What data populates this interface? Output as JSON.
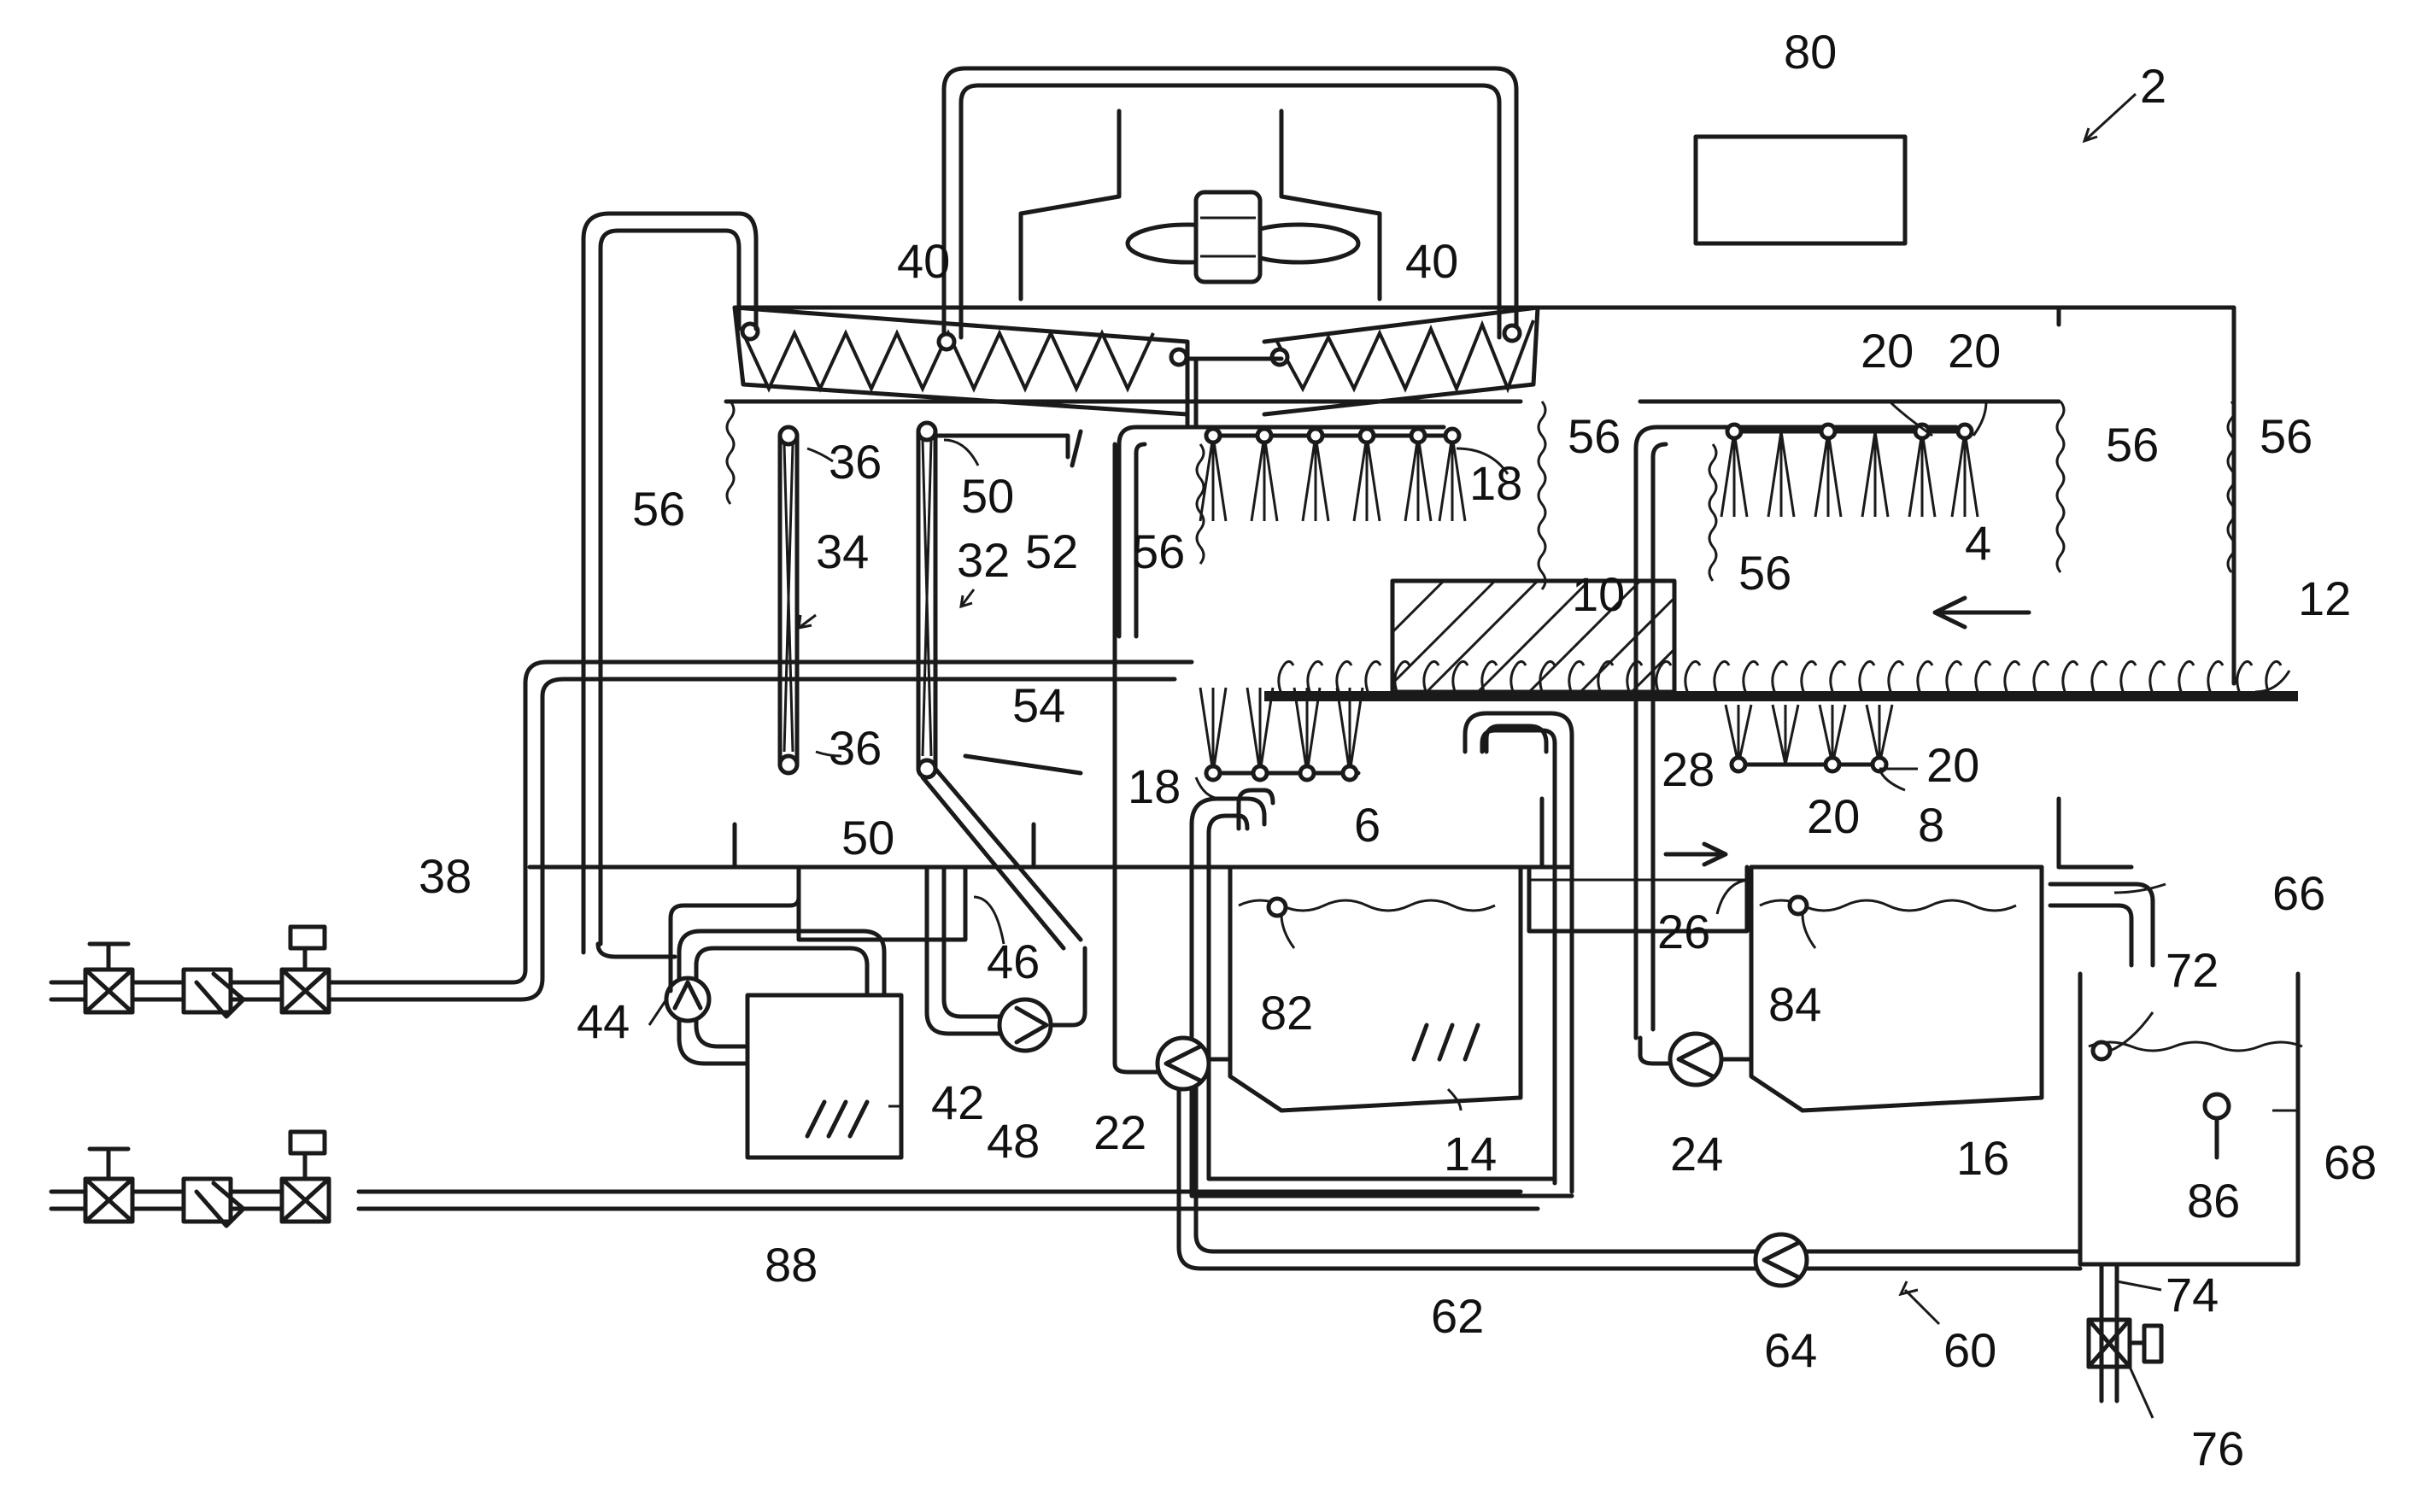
{
  "labels": {
    "l2": "2",
    "l4": "4",
    "l6": "6",
    "l8": "8",
    "l10": "10",
    "l12": "12",
    "l14": "14",
    "l16": "16",
    "l18a": "18",
    "l18b": "18",
    "l20a": "20",
    "l20b": "20",
    "l20c": "20",
    "l20d": "20",
    "l22": "22",
    "l24": "24",
    "l26": "26",
    "l28": "28",
    "l32": "32",
    "l34": "34",
    "l36a": "36",
    "l36b": "36",
    "l38": "38",
    "l40a": "40",
    "l40b": "40",
    "l42": "42",
    "l44": "44",
    "l46": "46",
    "l48": "48",
    "l50a": "50",
    "l50b": "50",
    "l52": "52",
    "l54": "54",
    "l56a": "56",
    "l56b": "56",
    "l56c": "56",
    "l56d": "56",
    "l56e": "56",
    "l56f": "56",
    "l60": "60",
    "l62": "62",
    "l64": "64",
    "l66": "66",
    "l68": "68",
    "l72": "72",
    "l74": "74",
    "l76": "76",
    "l80": "80",
    "l82": "82",
    "l84": "84",
    "l86": "86",
    "l88": "88"
  }
}
